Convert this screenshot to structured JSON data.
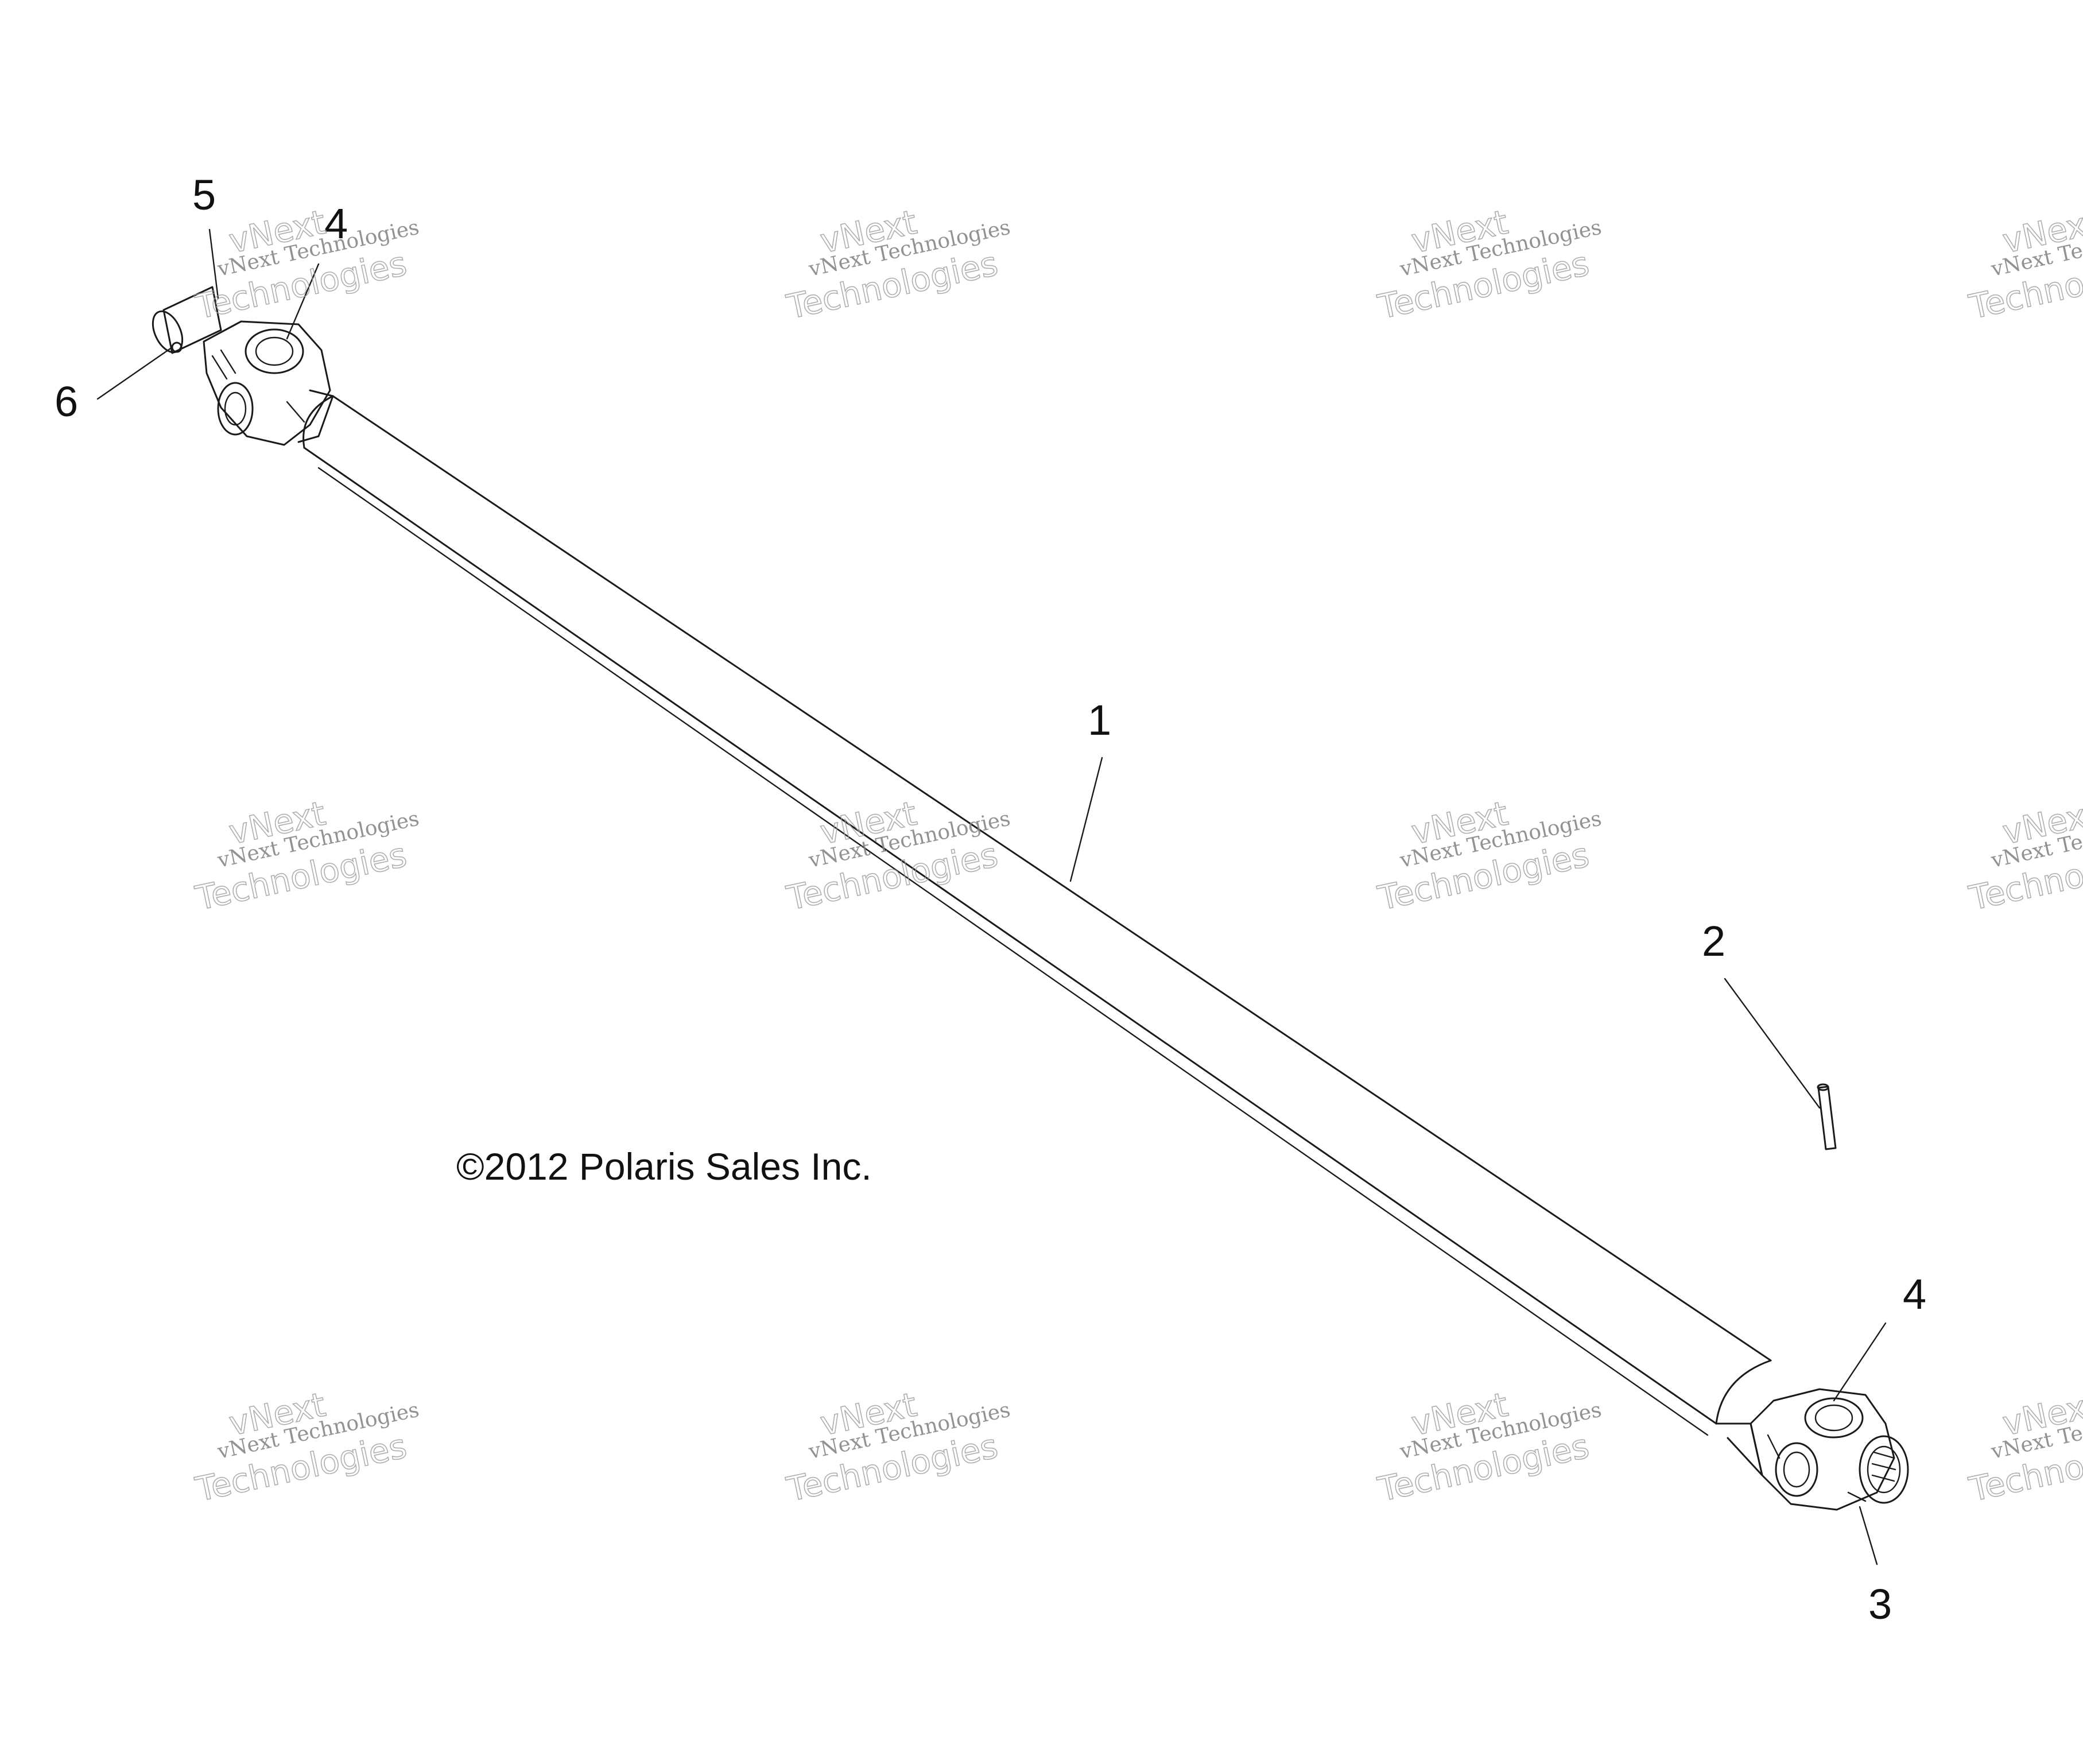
{
  "copyright": "©2012 Polaris Sales Inc.",
  "callouts": [
    {
      "id": "1",
      "text": "1"
    },
    {
      "id": "2",
      "text": "2"
    },
    {
      "id": "3",
      "text": "3"
    },
    {
      "id": "4a",
      "text": "4"
    },
    {
      "id": "4b",
      "text": "4"
    },
    {
      "id": "5",
      "text": "5"
    },
    {
      "id": "6",
      "text": "6"
    }
  ],
  "watermark": {
    "line1": "vNext",
    "line2": "vNext Technologies",
    "line3": "Technologies"
  }
}
